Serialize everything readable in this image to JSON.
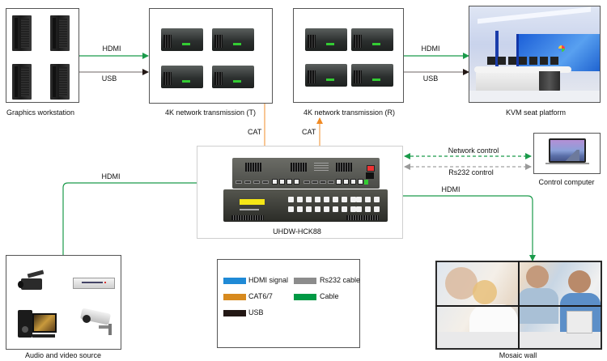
{
  "diagram": {
    "nodes": {
      "graphics_workstation": {
        "label": "Graphics workstation",
        "icon": "tower-pc-icon",
        "count": 4
      },
      "transmitter": {
        "label": "4K network transmission (T)",
        "icon": "network-transmitter-icon",
        "count": 4
      },
      "receiver": {
        "label": "4K network transmission (R)",
        "icon": "network-receiver-icon",
        "count": 4
      },
      "kvm_seat": {
        "label": "KVM seat platform",
        "icon": "control-room-photo"
      },
      "matrix": {
        "label": "UHDW-HCK88",
        "icon": "matrix-switcher-icon"
      },
      "control_computer": {
        "label": "Control computer",
        "icon": "laptop-icon"
      },
      "av_source": {
        "label": "Audio and video source",
        "icon_items": [
          "camcorder-icon",
          "dvd-player-icon",
          "desktop-pc-icon",
          "security-camera-icon"
        ]
      },
      "mosaic_wall": {
        "label": "Mosaic wall",
        "icon": "video-wall-photo",
        "grid": "2x2"
      }
    },
    "connections": {
      "ws_to_tx_hdmi": "HDMI",
      "ws_to_tx_usb": "USB",
      "rx_to_kvm_hdmi": "HDMI",
      "rx_to_kvm_usb": "USB",
      "tx_to_matrix": "CAT",
      "matrix_to_rx": "CAT",
      "network_control": "Network control",
      "rs232_control": "Rs232 control",
      "source_to_matrix": "HDMI",
      "matrix_to_wall": "HDMI"
    },
    "legend": [
      {
        "label": "HDMI signal",
        "color": "#1f8ad6"
      },
      {
        "label": "CAT6/7",
        "color": "#d78a1e"
      },
      {
        "label": "USB",
        "color": "#231815"
      },
      {
        "label": "Rs232 cable",
        "color": "#8c8c8c"
      },
      {
        "label": "Cable",
        "color": "#009944"
      }
    ],
    "colors": {
      "green": "#1a9a4a",
      "orange": "#f4a85a",
      "usb": "#231815",
      "gray": "#a0a0a0"
    }
  }
}
